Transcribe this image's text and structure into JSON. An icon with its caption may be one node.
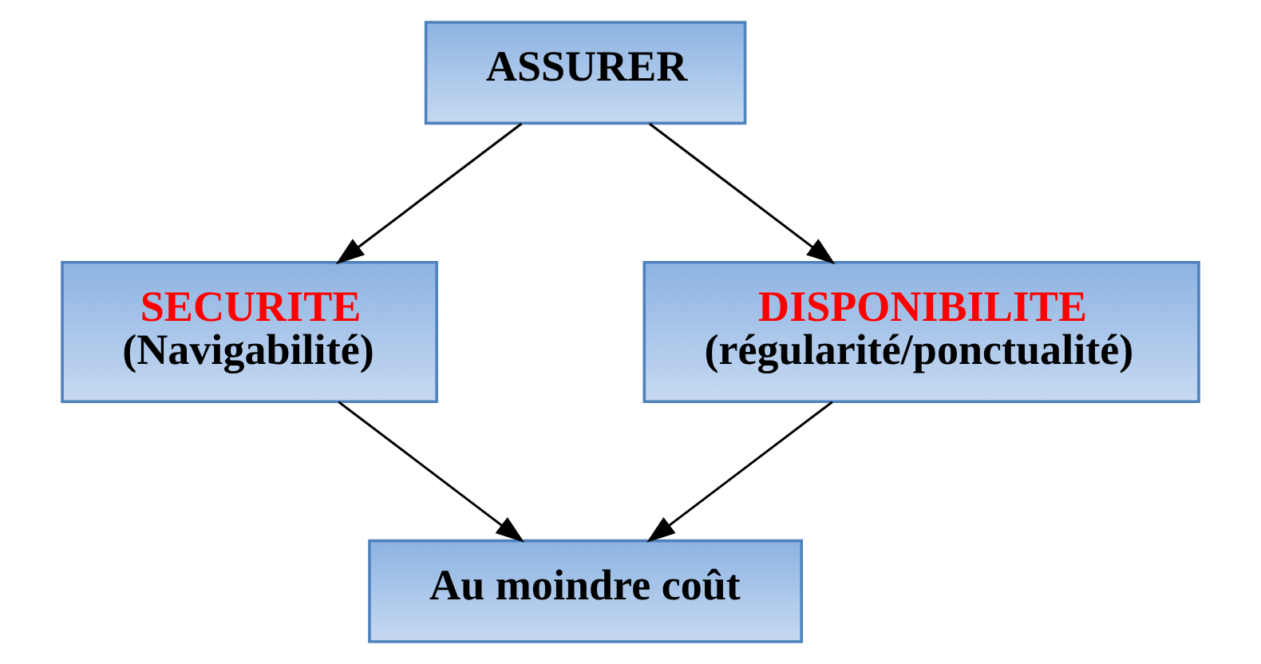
{
  "diagram": {
    "nodes": [
      {
        "text": [
          "ASSURER"
        ]
      },
      {
        "text": [
          "SECURITE",
          "(Navigabilité)"
        ]
      },
      {
        "text": [
          "DISPONIBILITE",
          "(régularité/ponctualité)"
        ]
      },
      {
        "text": [
          "Au moindre coût"
        ]
      }
    ],
    "edges": [
      {
        "from": 0,
        "to": 1,
        "arrow": "to"
      },
      {
        "from": 0,
        "to": 2,
        "arrow": "to"
      },
      {
        "from": 1,
        "to": 3,
        "arrow": "to"
      },
      {
        "from": 2,
        "to": 3,
        "arrow": "to"
      }
    ]
  }
}
